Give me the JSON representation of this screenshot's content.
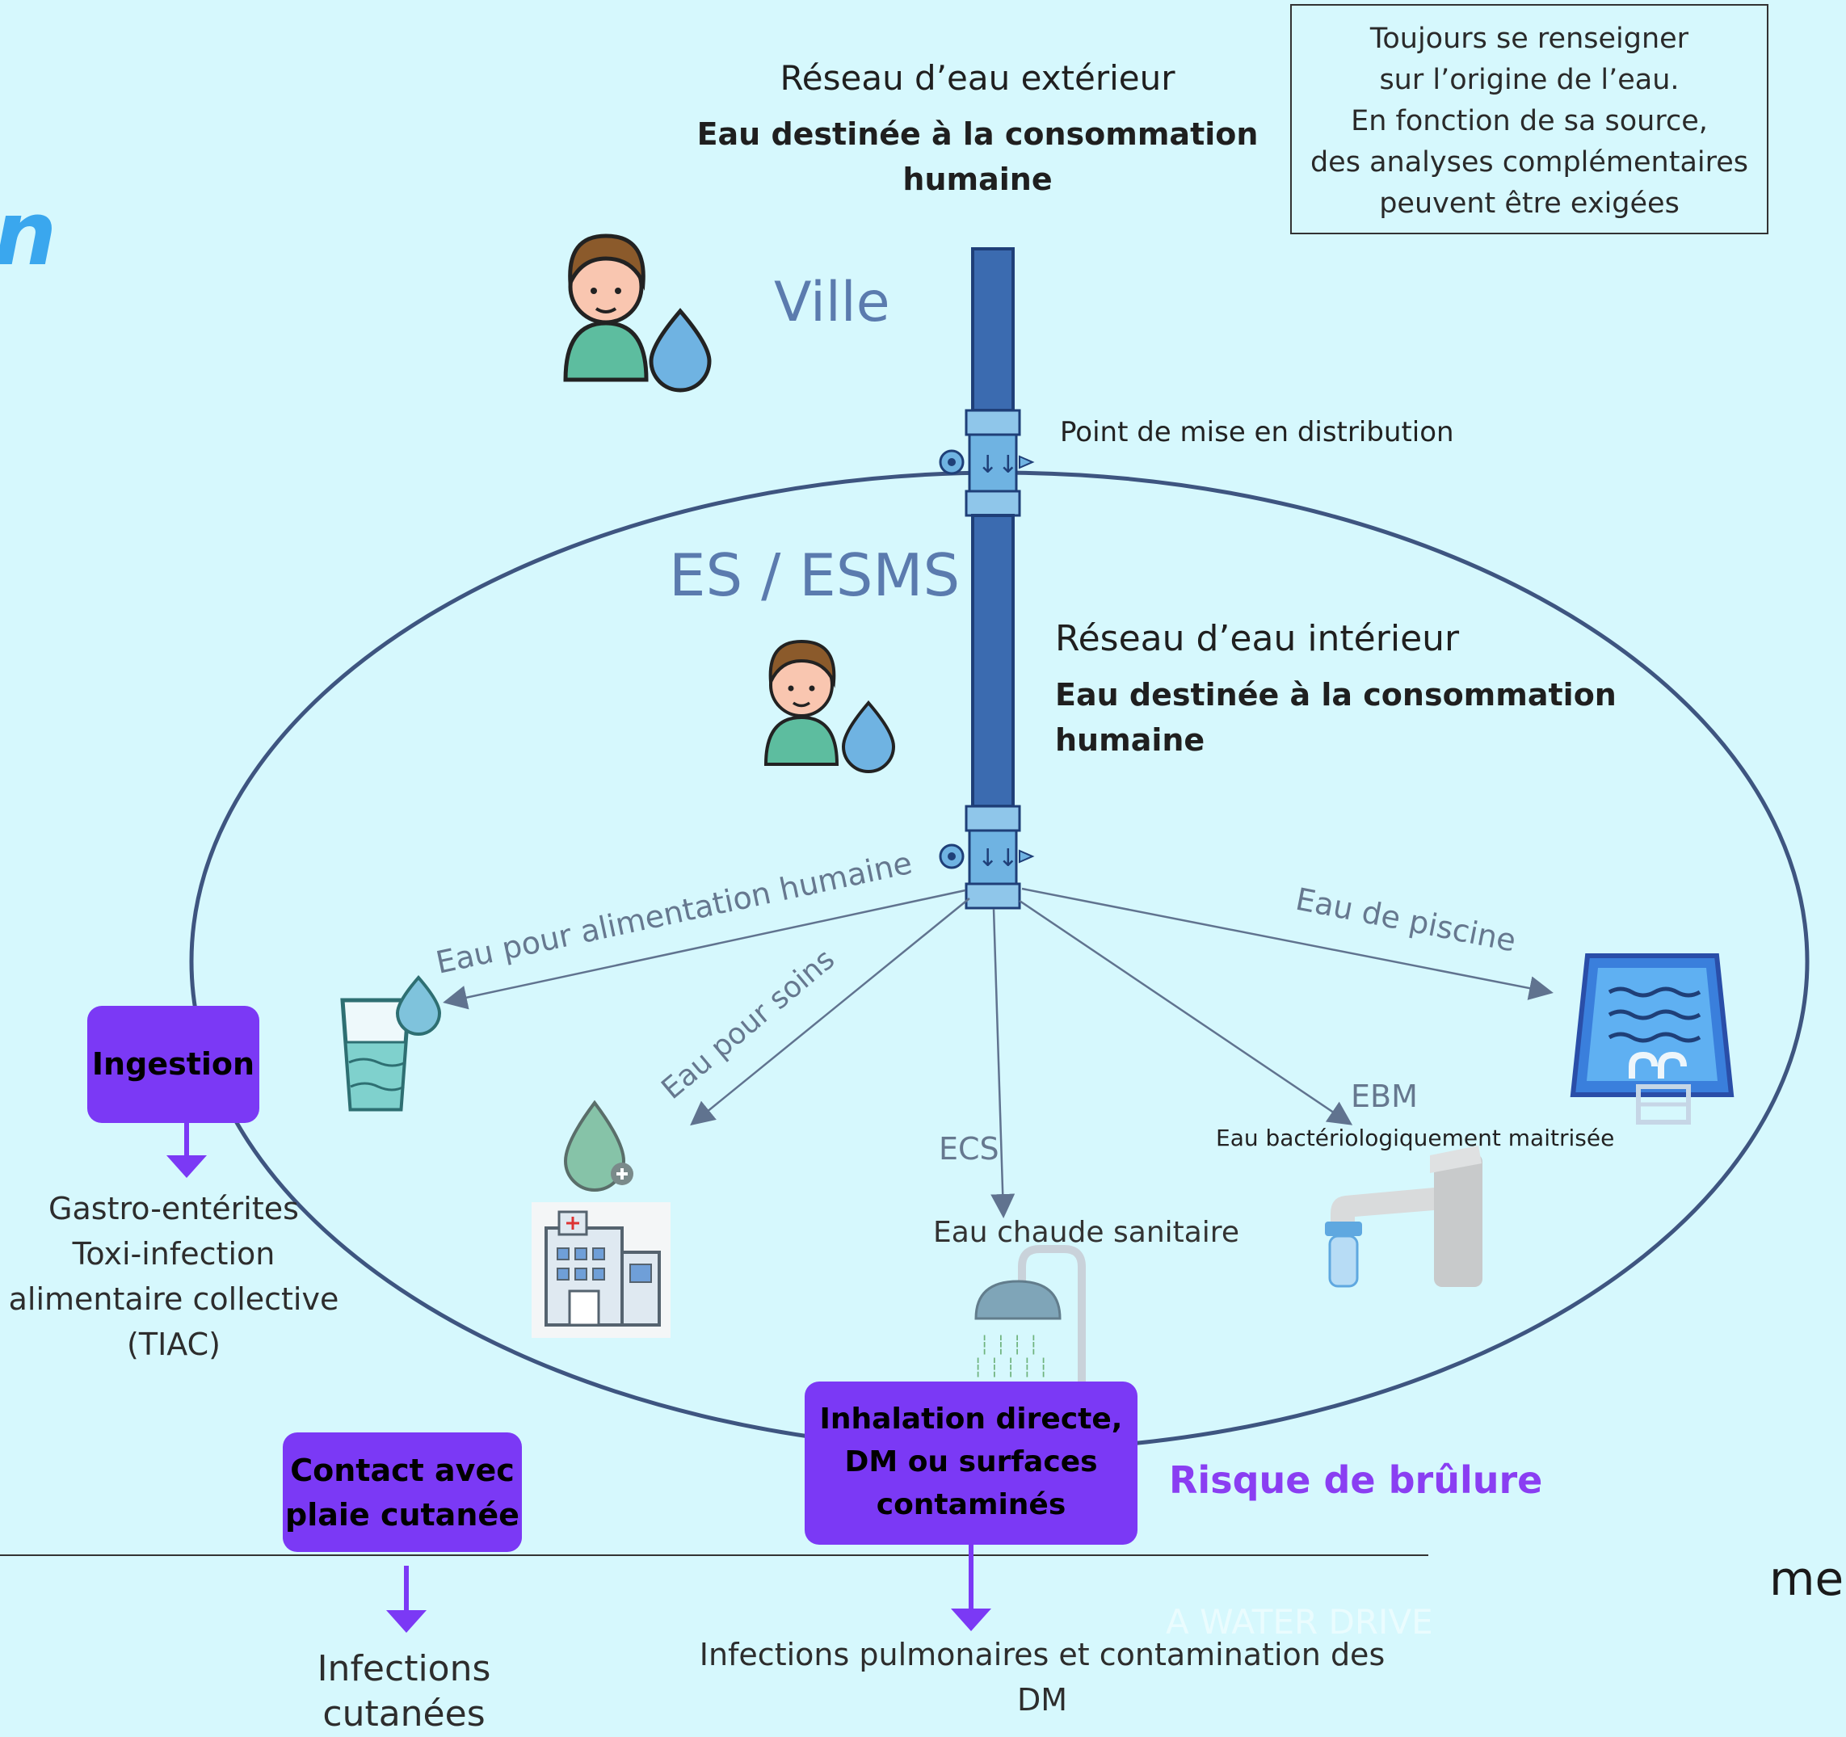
{
  "side_mark": "n",
  "exterior": {
    "title": "Réseau d’eau extérieur",
    "subtitle_line1": "Eau destinée à la consommation",
    "subtitle_line2": "humaine"
  },
  "note": {
    "lines": [
      "Toujours se renseigner",
      "sur l’origine de l’eau.",
      "En fonction de sa source,",
      "des analyses complémentaires",
      "peuvent être exigées"
    ]
  },
  "ville_label": "Ville",
  "distribution_point": "Point de mise en distribution",
  "esms_label": "ES / ESMS",
  "interior": {
    "title": "Réseau d’eau intérieur",
    "subtitle_line1": "Eau destinée à la consommation",
    "subtitle_line2": "humaine"
  },
  "branches": {
    "alimentation": "Eau pour alimentation humaine",
    "soins": "Eau pour soins",
    "ecs": "ECS",
    "ecs_full": "Eau chaude sanitaire",
    "ebm": "EBM",
    "ebm_full": "Eau bactériologiquement maitrisée",
    "piscine": "Eau de piscine"
  },
  "routes": {
    "ingestion": "Ingestion",
    "contact_line1": "Contact avec",
    "contact_line2": "plaie cutanée",
    "inhal_line1": "Inhalation directe,",
    "inhal_line2": "DM ou surfaces",
    "inhal_line3": "contaminés"
  },
  "effects": {
    "ingestion": [
      "Gastro-entérites",
      "Toxi-infection",
      "alimentaire collective",
      "(TIAC)"
    ],
    "cutanee": "Infections cutanées",
    "pulm_line1": "Infections pulmonaires et contamination des",
    "pulm_line2": "DM"
  },
  "burn_risk": "Risque de brûlure",
  "watermark": "A WATER DRIVE",
  "cut_text": "me",
  "colors": {
    "background": "#d6f8fd",
    "accent_purple": "#7b39f5",
    "pipe_blue": "#3b6bb0",
    "ellipse": "#3e5580",
    "arrow": "#60738f",
    "label_blue": "#5b7bae"
  }
}
